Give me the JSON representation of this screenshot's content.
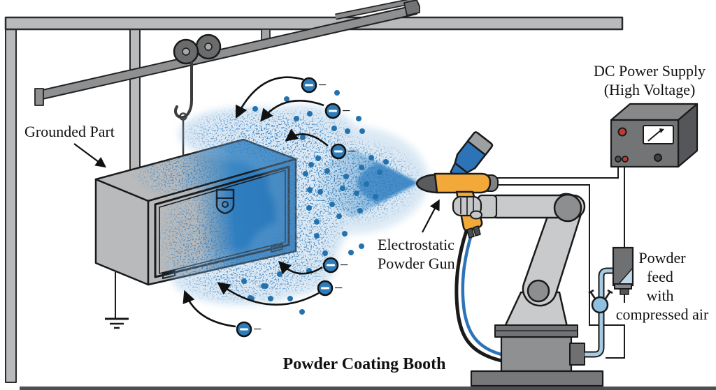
{
  "diagram": {
    "title": "Powder Coating Booth",
    "labels": {
      "grounded_part": "Grounded Part",
      "gun_line1": "Electrostatic",
      "gun_line2": "Powder Gun",
      "supply_line1": "DC Power Supply",
      "supply_line2": "(High Voltage)",
      "feed_line1": "Powder",
      "feed_line2": "feed",
      "feed_line3": "with",
      "feed_line4": "compressed air",
      "negative_charge": "−"
    },
    "colors": {
      "powder_blue": "#2e7cba",
      "particle_blue": "#2472ad",
      "coating_blue": "#2f7ec0",
      "gun_orange": "#f2a93a",
      "bottle_blue": "#2d73b8",
      "machine_gray": "#c9cacc",
      "structure_gray": "#b9babc",
      "dark_gray": "#6f7072",
      "tube_blue": "#a8cbe4",
      "indicator_red": "#c13b33",
      "outline_black": "#1a1a1a"
    }
  }
}
